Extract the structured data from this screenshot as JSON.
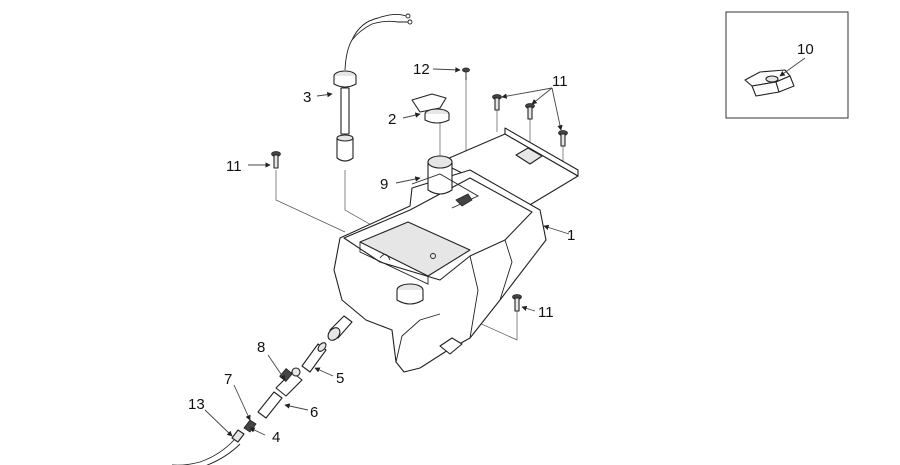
{
  "labels": {
    "p1": "1",
    "p2": "2",
    "p3": "3",
    "p4": "4",
    "p5": "5",
    "p6": "6",
    "p7": "7",
    "p8": "8",
    "p9": "9",
    "p10": "10",
    "p11a": "11",
    "p11b": "11",
    "p11c": "11",
    "p12": "12",
    "p13": "13"
  }
}
